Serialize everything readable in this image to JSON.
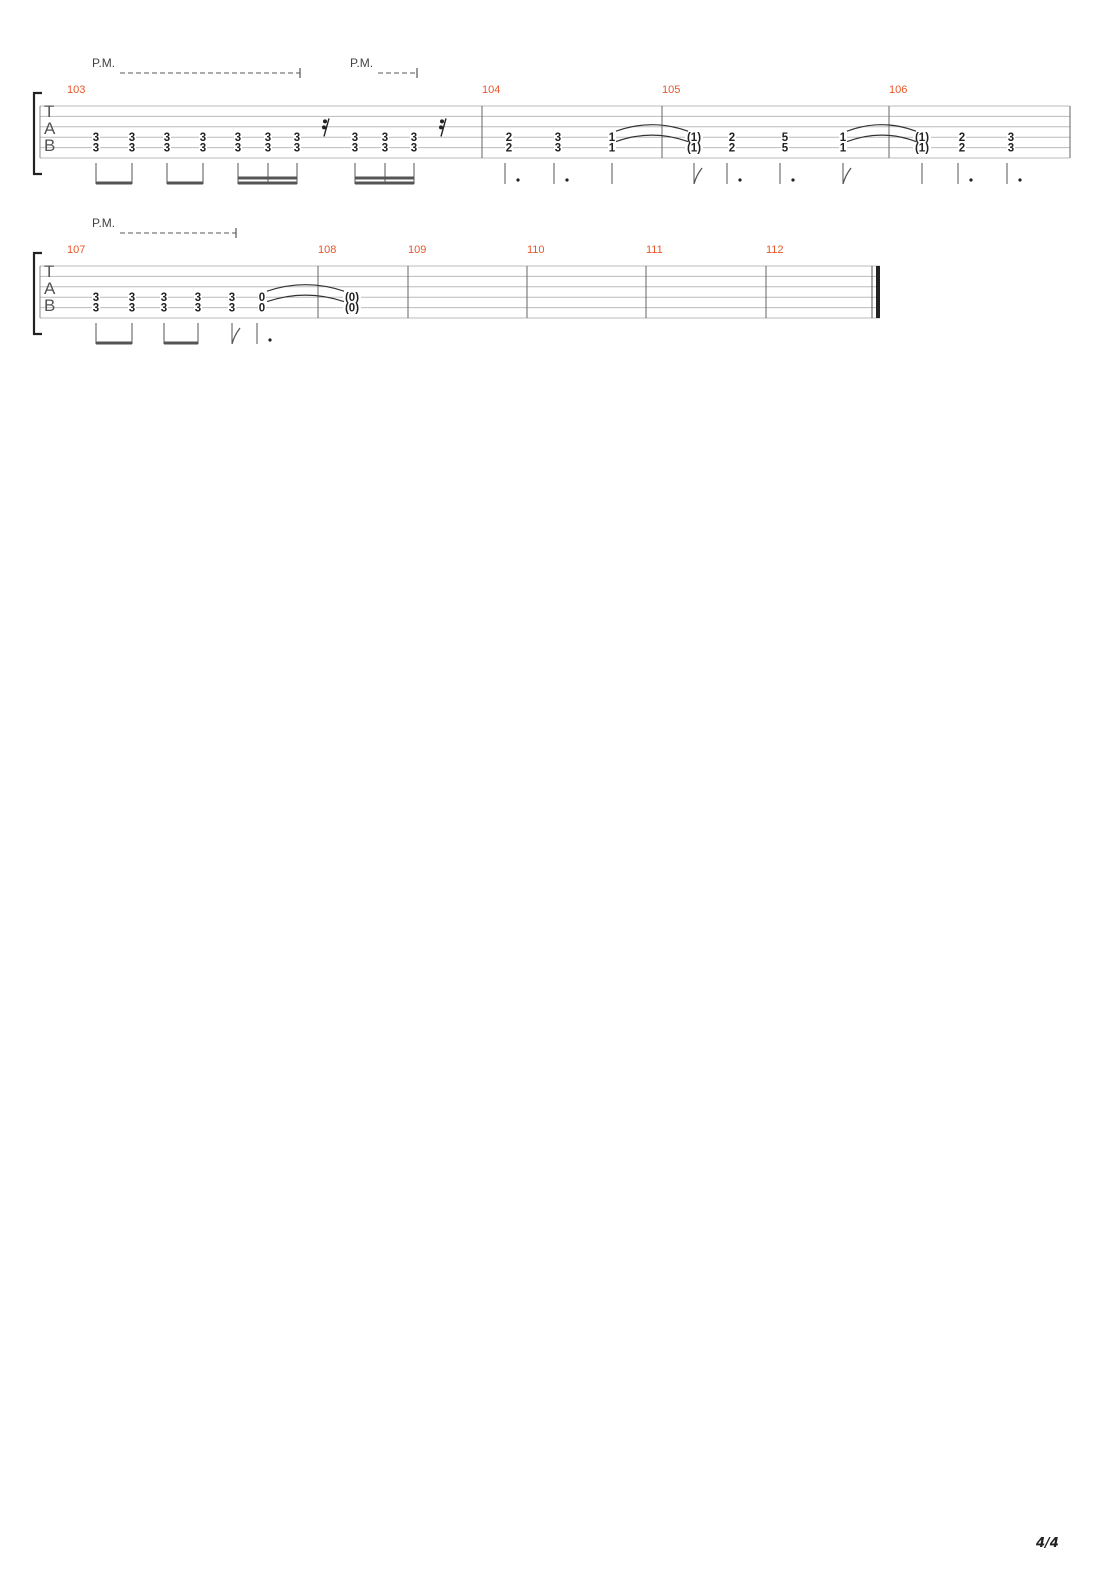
{
  "palm_mute_label": "P.M.",
  "tab_letters": [
    "T",
    "A",
    "B"
  ],
  "systems": [
    {
      "measures": [
        {
          "number": "103",
          "beats": [
            {
              "notes": [
                "3",
                "3"
              ]
            },
            {
              "notes": [
                "3",
                "3"
              ]
            },
            {
              "notes": [
                "3",
                "3"
              ]
            },
            {
              "notes": [
                "3",
                "3"
              ]
            },
            {
              "notes": [
                "3",
                "3"
              ]
            },
            {
              "notes": [
                "3",
                "3"
              ]
            },
            {
              "notes": [
                "3",
                "3"
              ]
            },
            {
              "rest": true
            },
            {
              "notes": [
                "3",
                "3"
              ]
            },
            {
              "notes": [
                "3",
                "3"
              ]
            },
            {
              "notes": [
                "3",
                "3"
              ]
            },
            {
              "rest": true
            }
          ]
        },
        {
          "number": "104",
          "beats": [
            {
              "notes": [
                "2",
                "2"
              ]
            },
            {
              "notes": [
                "3",
                "3"
              ]
            },
            {
              "notes": [
                "1",
                "1"
              ],
              "tie": true
            }
          ]
        },
        {
          "number": "105",
          "beats": [
            {
              "notes": [
                "(1)",
                "(1)"
              ]
            },
            {
              "notes": [
                "2",
                "2"
              ]
            },
            {
              "notes": [
                "5",
                "5"
              ]
            },
            {
              "notes": [
                "1",
                "1"
              ],
              "tie": true
            }
          ]
        },
        {
          "number": "106",
          "beats": [
            {
              "notes": [
                "(1)",
                "(1)"
              ]
            },
            {
              "notes": [
                "2",
                "2"
              ]
            },
            {
              "notes": [
                "3",
                "3"
              ]
            }
          ]
        }
      ]
    },
    {
      "measures": [
        {
          "number": "107",
          "beats": [
            {
              "notes": [
                "3",
                "3"
              ]
            },
            {
              "notes": [
                "3",
                "3"
              ]
            },
            {
              "notes": [
                "3",
                "3"
              ]
            },
            {
              "notes": [
                "3",
                "3"
              ]
            },
            {
              "notes": [
                "3",
                "3"
              ]
            },
            {
              "notes": [
                "0",
                "0"
              ],
              "tie": true
            }
          ]
        },
        {
          "number": "108",
          "beats": [
            {
              "notes": [
                "(0)",
                "(0)"
              ]
            }
          ]
        },
        {
          "number": "109",
          "beats": []
        },
        {
          "number": "110",
          "beats": []
        },
        {
          "number": "111",
          "beats": []
        },
        {
          "number": "112",
          "beats": []
        }
      ]
    }
  ],
  "page_number": "4/4"
}
